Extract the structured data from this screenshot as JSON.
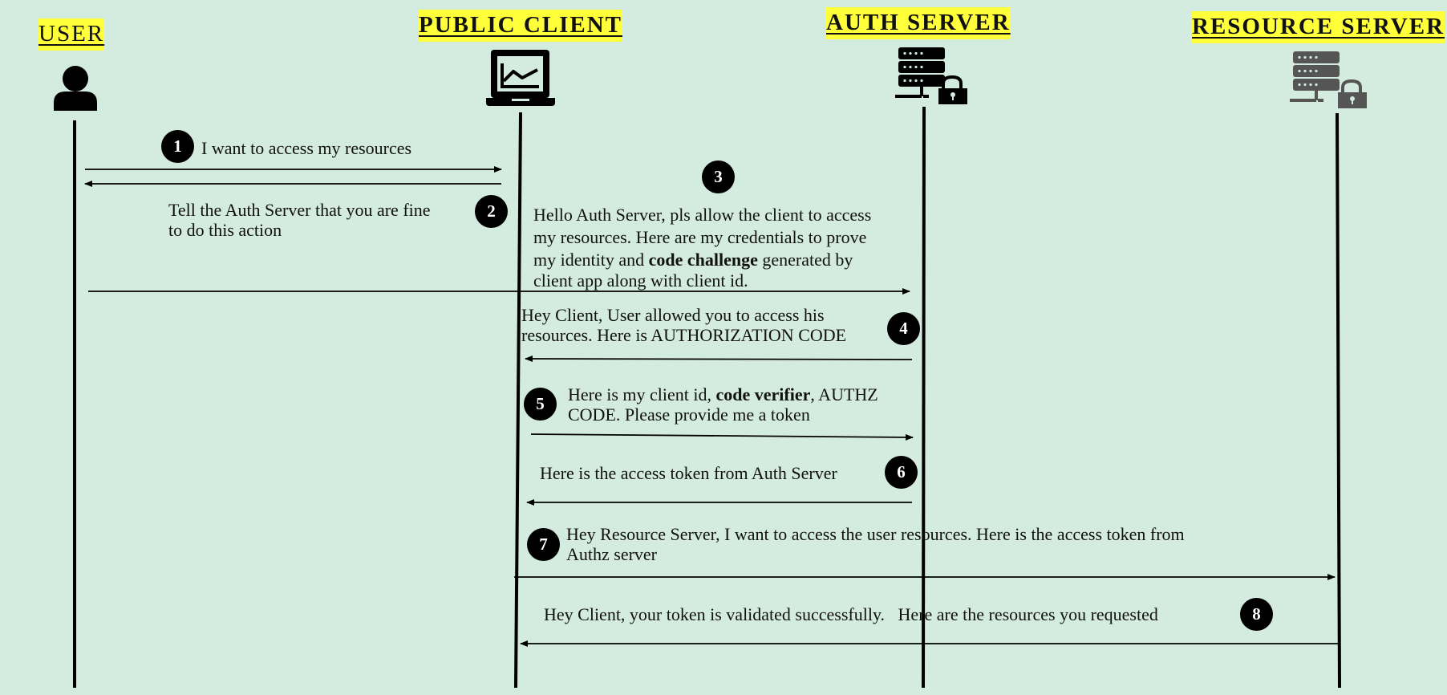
{
  "actors": {
    "user": "USER",
    "public_client": "PUBLIC CLIENT",
    "auth_server": "AUTH SERVER",
    "resource_server": "RESOURCE SERVER"
  },
  "icons": {
    "user": "person-icon",
    "public_client": "laptop-chart-icon",
    "auth_server": "server-lock-icon",
    "resource_server": "server-lock-icon"
  },
  "colors": {
    "background": "#d4ebdf",
    "title_highlight": "#ffff3a",
    "badge": "#000000",
    "resource_icon": "#555555"
  },
  "steps": [
    {
      "number": "1",
      "lines": [
        "I want to access my resources"
      ]
    },
    {
      "number": "2",
      "lines": [
        "Tell the Auth Server that you are fine",
        "to do this action"
      ]
    },
    {
      "number": "3",
      "line1": "Hello Auth Server, pls allow the client to access",
      "line2": "my resources. Here are my credentials to prove",
      "line3_pre": "my identity and ",
      "line3_bold": "code challenge",
      "line3_post": " generated by",
      "line4": "client app along with client id."
    },
    {
      "number": "4",
      "lines": [
        "Hey Client, User allowed you to access his",
        "resources. Here is AUTHORIZATION CODE"
      ]
    },
    {
      "number": "5",
      "line1_pre": "Here is my client id, ",
      "line1_bold": "code verifier",
      "line1_post": ", AUTHZ",
      "line2": "CODE. Please provide me a token"
    },
    {
      "number": "6",
      "lines": [
        "Here is the access token from Auth Server"
      ]
    },
    {
      "number": "7",
      "lines": [
        "Hey Resource Server,  I want to access the user resources. Here is the access token from",
        "Authz server"
      ]
    },
    {
      "number": "8",
      "lines": [
        "Hey Client, your token is validated successfully.   Here are the resources you requested"
      ]
    }
  ]
}
